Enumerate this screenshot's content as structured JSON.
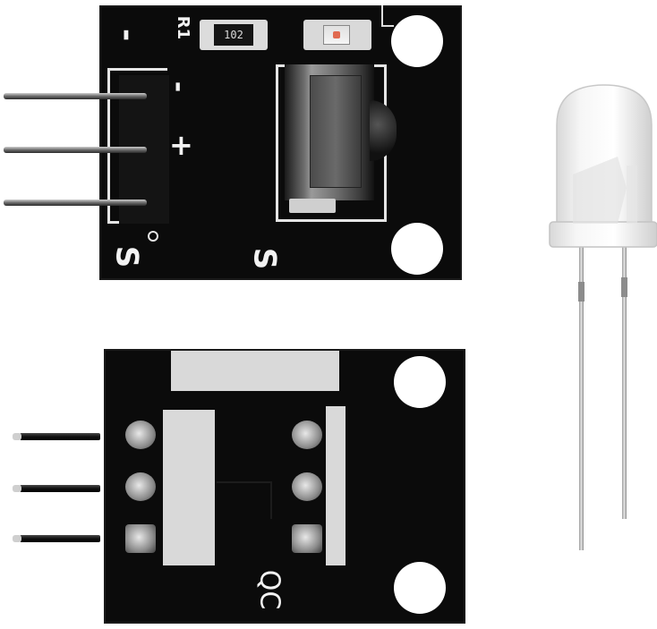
{
  "photo": {
    "top_module": {
      "silk_minus_left": "-",
      "silk_minus_right": "-",
      "silk_plus": "+",
      "silk_s_header": "S",
      "silk_s_sensor": "S",
      "resistor_label": "R1",
      "resistor_code": "102"
    },
    "bottom_module": {
      "silk_label": "QC"
    },
    "colors": {
      "pcb": "#0b0b0b",
      "silkscreen": "#e6e6e6",
      "pins": "#9a9a9a",
      "background": "#ffffff"
    }
  }
}
